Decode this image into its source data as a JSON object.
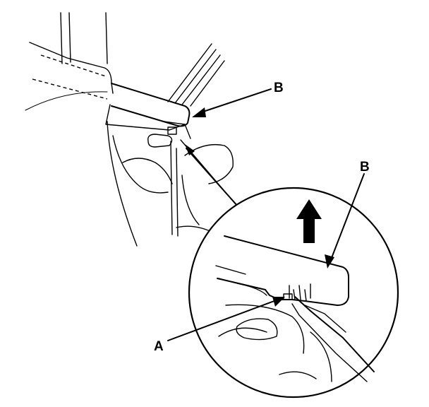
{
  "diagram": {
    "labels": {
      "b_top": "B",
      "b_zoom": "B",
      "a": "A"
    }
  }
}
